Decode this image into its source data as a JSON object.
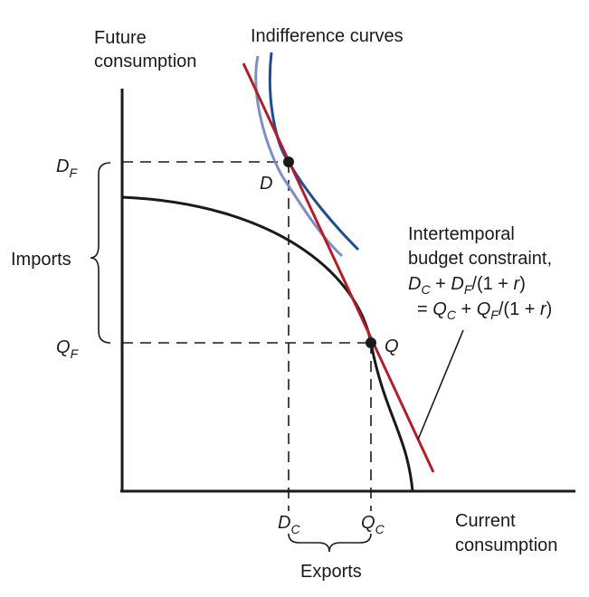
{
  "axes": {
    "y_label_line1": "Future",
    "y_label_line2": "consumption",
    "x_label_line1": "Current",
    "x_label_line2": "consumption"
  },
  "curves": {
    "indifference_label": "Indifference curves",
    "budget_label_line1": "Intertemporal",
    "budget_label_line2": "budget constraint,",
    "budget_eq_line1": {
      "D": "D",
      "c1": "C",
      "mid1": " + ",
      "D2": "D",
      "f1": "F",
      "tail1": "/(1 + ",
      "r": "r",
      "close": ")"
    },
    "budget_eq_line2": {
      "eq": "= ",
      "Q": "Q",
      "c2": "C",
      "mid2": " + ",
      "Q2": "Q",
      "f2": "F",
      "tail2": "/(1 + ",
      "r": "r",
      "close": ")"
    }
  },
  "points": {
    "D": "D",
    "Q": "Q"
  },
  "ticks": {
    "DF": {
      "letter": "D",
      "sub": "F"
    },
    "QF": {
      "letter": "Q",
      "sub": "F"
    },
    "DC": {
      "letter": "D",
      "sub": "C"
    },
    "QC": {
      "letter": "Q",
      "sub": "C"
    }
  },
  "braces": {
    "imports": "Imports",
    "exports": "Exports"
  },
  "colors": {
    "axis": "#1a1a1a",
    "ppf": "#1a1a1a",
    "budget_line": "#b0202a",
    "indiff_dark": "#1f4f8f",
    "indiff_light": "#7f8fc4"
  }
}
